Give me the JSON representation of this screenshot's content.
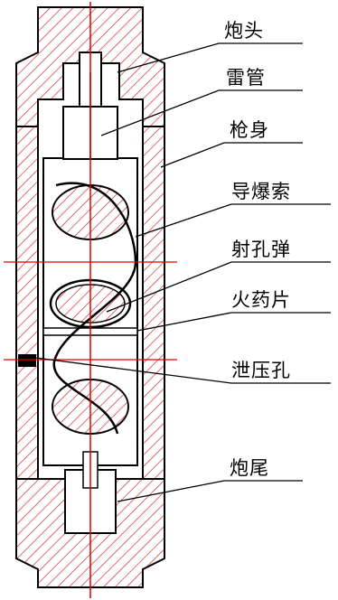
{
  "diagram": {
    "labels": {
      "gun_head": "炮头",
      "detonator": "雷管",
      "gun_body": "枪身",
      "detonating_cord": "导爆索",
      "perforating_charge": "射孔弹",
      "propellant_piece": "火药片",
      "pressure_relief_hole": "泄压孔",
      "gun_tail": "炮尾"
    }
  },
  "colors": {
    "hatch": "#d21e1e",
    "outline": "#000000",
    "centerline": "#e00000"
  }
}
